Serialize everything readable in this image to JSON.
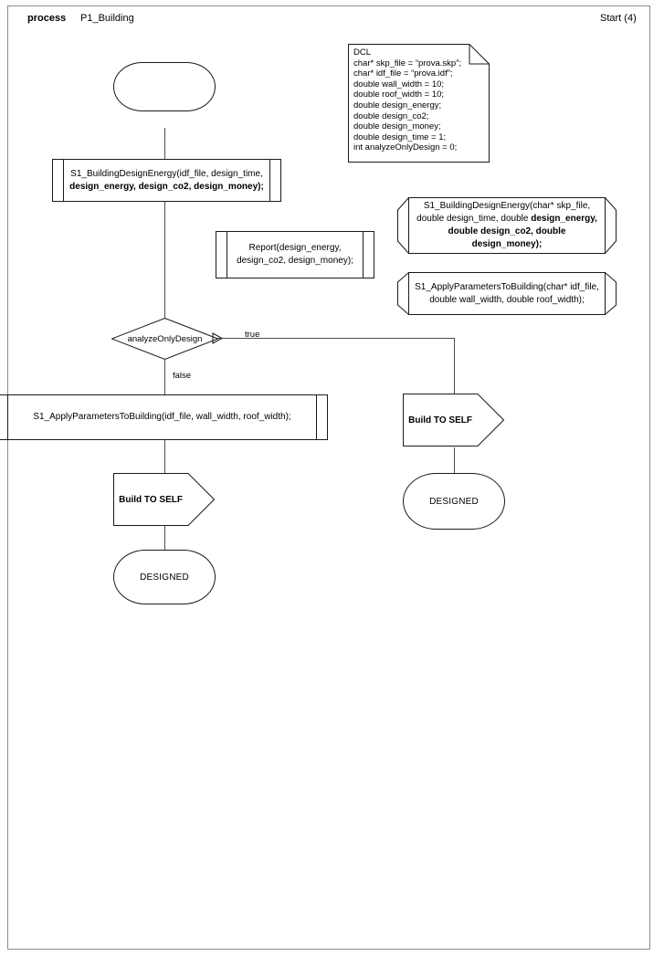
{
  "header": {
    "kind": "process",
    "name": "P1_Building",
    "right": "Start (4)"
  },
  "note": {
    "title": "DCL",
    "body": "DCL\nchar* skp_file = “prova.skp”;\nchar* idf_file = “prova.idf”;\ndouble wall_width = 10;\ndouble roof_width = 10;\ndouble design_energy;\ndouble design_co2;\ndouble design_money;\ndouble design_time = 1;\nint analyzeOnlyDesign = 0;"
  },
  "nodes": {
    "start_terminal": {
      "label": ""
    },
    "proc_design_energy": {
      "line1": "S1_BuildingDesignEnergy(idf_file, design_time,",
      "line2": "design_energy, design_co2, design_money);"
    },
    "proc_report": {
      "line1": "Report(design_energy,",
      "line2": "design_co2, design_money);"
    },
    "decision": {
      "label": "analyzeOnlyDesign",
      "true_label": "true",
      "false_label": "false"
    },
    "proc_apply_params": {
      "line1": "S1_ApplyParametersToBuilding(idf_file, wall_width, roof_width);"
    },
    "build_self_left": {
      "label": "Build TO SELF"
    },
    "designed_left": {
      "label": "DESIGNED"
    },
    "build_self_right": {
      "label": "Build TO SELF"
    },
    "designed_right": {
      "label": "DESIGNED"
    }
  },
  "declarations": {
    "design_energy_decl": {
      "line1": "S1_BuildingDesignEnergy(char* skp_file,",
      "line2_plain": "double design_time, double ",
      "line2_bold": "design_energy,",
      "line3_bold": "double design_co2, double design_money);"
    },
    "apply_params_decl": {
      "line1": "S1_ApplyParametersToBuilding(char* idf_file,",
      "line2": "double wall_width, double roof_width);"
    }
  },
  "colors": {
    "shape_stroke": "#1a1a1a",
    "connector": "#4d4d4d",
    "frame": "#8a8a8a",
    "background": "#ffffff"
  }
}
